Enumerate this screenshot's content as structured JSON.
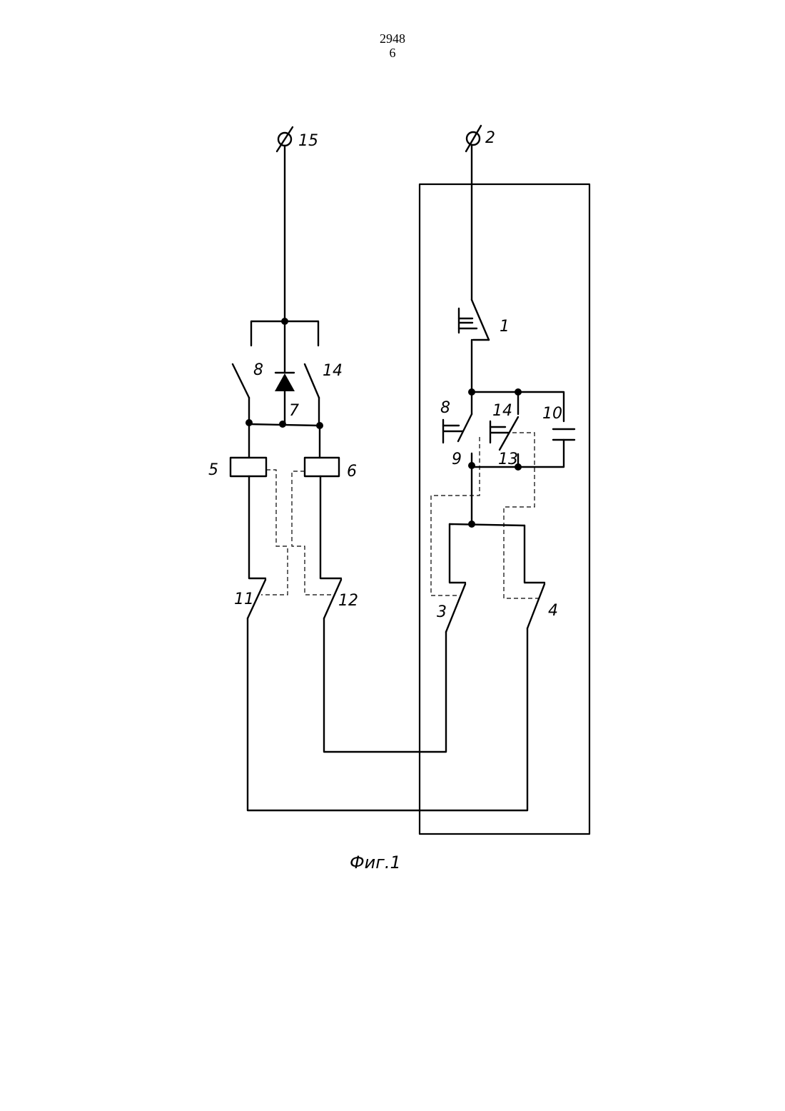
{
  "header": {
    "page_number": "2948",
    "column_number": "6"
  },
  "labels": {
    "terminal_15": "15",
    "terminal_2": "2",
    "button_1": "1",
    "contact_8": "8",
    "diode_7": "7",
    "contact_14": "14",
    "coil_5": "5",
    "coil_6": "6",
    "contact_11": "11",
    "contact_12": "12",
    "button_8": "8",
    "button_14": "14",
    "capacitor_10": "10",
    "node_9": "9",
    "node_13": "13",
    "contact_3": "3",
    "contact_4": "4"
  },
  "caption": "Фиг.1"
}
